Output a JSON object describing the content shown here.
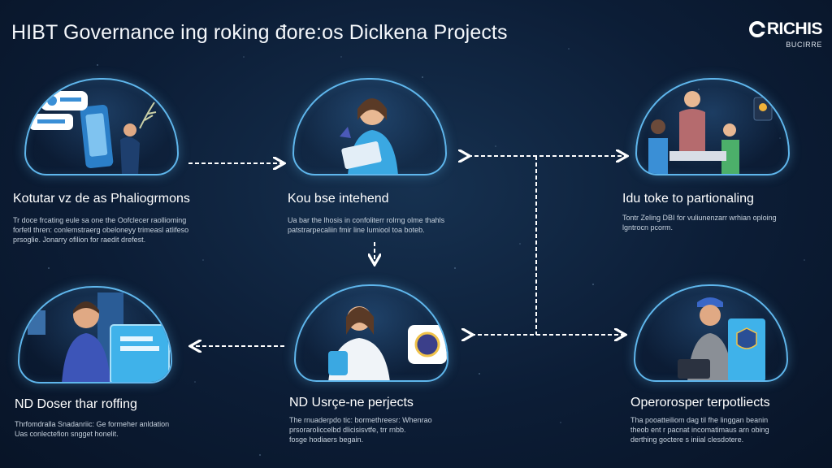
{
  "title": "HIBT Governance ing roking đore:os Diclkena Projects",
  "logo": {
    "name": "RICHIS",
    "subtitle": "BUCIRRE"
  },
  "colors": {
    "background": "#0c1d36",
    "accent": "#5fb6ec",
    "text": "#ffffff"
  },
  "cards": [
    {
      "heading": "Kotutar vz de as Phaliogrmons",
      "body": [
        "Tr doce frcating eule sa one the Oofclecer raollioming",
        "forfetl thren: conlemstraerg obeloneyy trimeasl atlifeso",
        "prsoglie. Jonarry ofilion for raedit drefest."
      ],
      "icons": [
        "tablet-icon",
        "chat-bubble-icon",
        "person-icon",
        "leaf-icon"
      ]
    },
    {
      "heading": "Kou bse intehend",
      "body": [
        "Ua bar the lhosis in confoliterr rolrng olme thahls",
        "patstrarpecaliin fmir line lumiool toa boteb."
      ],
      "icons": [
        "person-icon",
        "certificate-icon"
      ]
    },
    {
      "heading": "Idu toke to partionaling",
      "body": [
        "Tontr Zeling DBI for vuliunenzarr wrhian oploing",
        "lgntrocn pcorm."
      ],
      "icons": [
        "family-icon",
        "badge-icon"
      ]
    },
    {
      "heading": "ND Doser thar roffing",
      "body": [
        "Thrfomdralla Snadanriic: Ge formeher anldation",
        "Uas conlectefion sngget honelit."
      ],
      "icons": [
        "person-icon",
        "document-icon",
        "building-icon"
      ]
    },
    {
      "heading": "ND Usrçe-ne perjects",
      "body": [
        "The rnuaderpdo tic: bormethreesr: Whenrao",
        "prsoraroliccelbd dlicisisvtfe, trr rnbb.",
        "fosge hodiaers begain."
      ],
      "icons": [
        "person-icon",
        "speech-bubble-icon",
        "seal-icon"
      ]
    },
    {
      "heading": "Operorosper terpotliects",
      "body": [
        "Tha pooatteiliom dag til fhe linggan beanin",
        "theob ent r pacnat incomatimaus arn obing",
        "derthing goctere s iniial clesdotere."
      ],
      "icons": [
        "worker-icon",
        "tablet-icon",
        "shield-icon"
      ]
    }
  ]
}
